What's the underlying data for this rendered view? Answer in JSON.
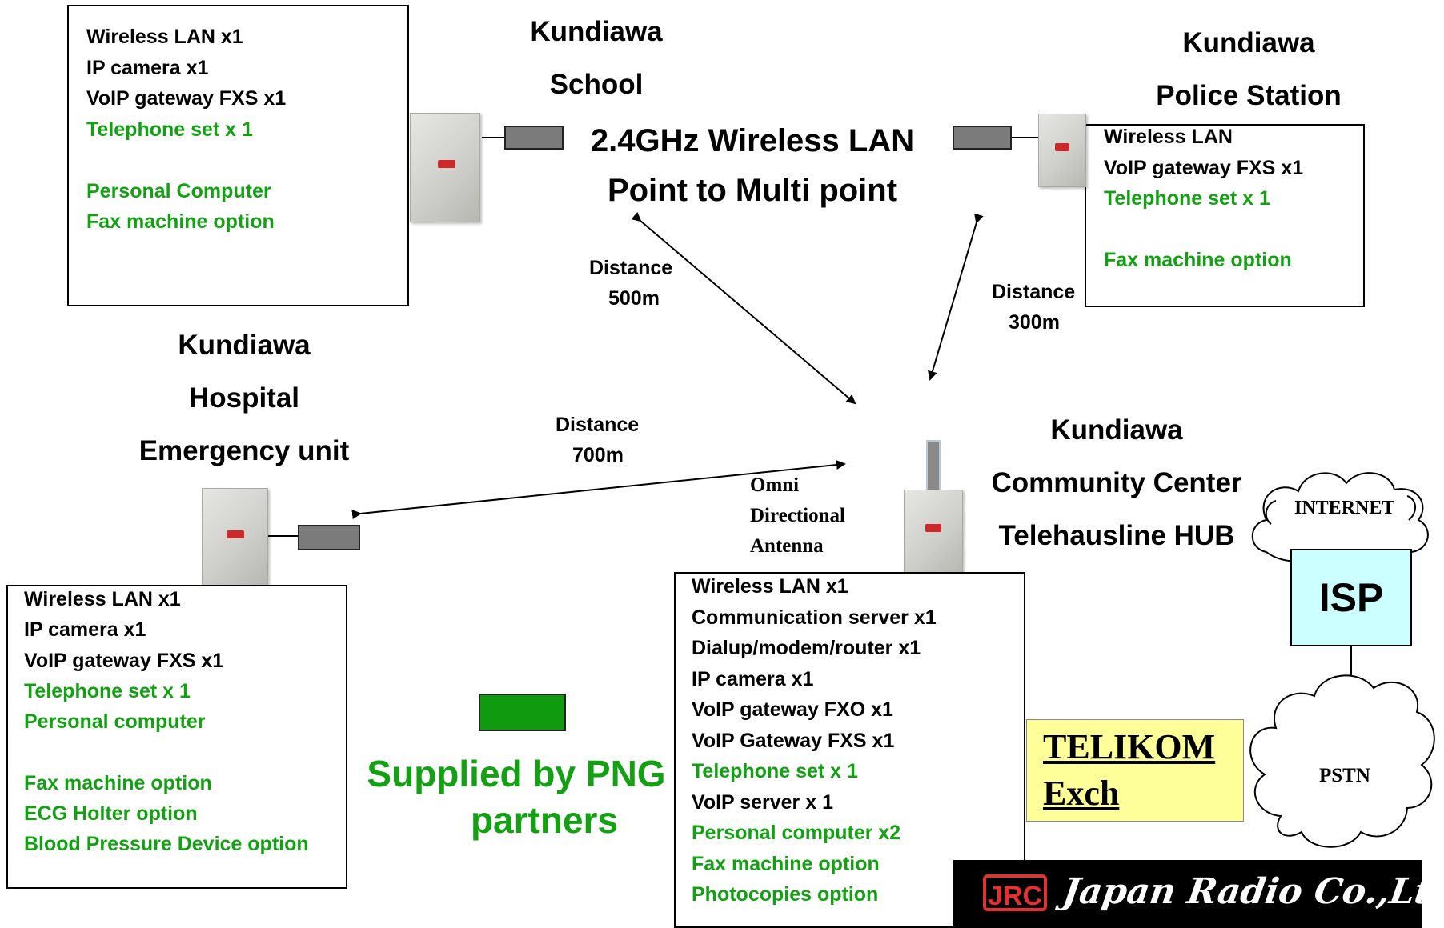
{
  "main_title": [
    "2.4GHz Wireless LAN",
    "Point to Multi point"
  ],
  "school": {
    "title": [
      "Kundiawa",
      "School"
    ],
    "items": [
      {
        "text": "Wireless LAN x1",
        "color": "black"
      },
      {
        "text": "IP camera x1",
        "color": "black"
      },
      {
        "text": "VoIP gateway FXS x1",
        "color": "black"
      },
      {
        "text": "Telephone set x 1",
        "color": "green"
      },
      {
        "text": "",
        "color": "black"
      },
      {
        "text": "Personal Computer",
        "color": "green"
      },
      {
        "text": "Fax machine  option",
        "color": "green"
      }
    ]
  },
  "police": {
    "title": [
      "Kundiawa",
      "Police Station"
    ],
    "items": [
      {
        "text": "Wireless LAN",
        "color": "black"
      },
      {
        "text": "VoIP gateway FXS x1",
        "color": "black"
      },
      {
        "text": " Telephone set x 1",
        "color": "green"
      },
      {
        "text": "",
        "color": "black"
      },
      {
        "text": "Fax machine option",
        "color": "green"
      }
    ]
  },
  "hospital": {
    "title": [
      "Kundiawa",
      "Hospital",
      "Emergency unit"
    ],
    "items": [
      {
        "text": "Wireless LAN x1",
        "color": "black"
      },
      {
        "text": "IP camera x1",
        "color": "black"
      },
      {
        "text": "VoIP gateway FXS x1",
        "color": "black"
      },
      {
        "text": "Telephone set x 1",
        "color": "green"
      },
      {
        "text": "Personal computer",
        "color": "green"
      },
      {
        "text": "",
        "color": "black"
      },
      {
        "text": "Fax machine  option",
        "color": "green"
      },
      {
        "text": "ECG Holter option",
        "color": "green"
      },
      {
        "text": "Blood Pressure Device option",
        "color": "green"
      }
    ]
  },
  "community": {
    "title": [
      "Kundiawa",
      "Community Center",
      "Telehausline HUB"
    ],
    "items": [
      {
        "text": " Wireless LAN  x1",
        "color": "black"
      },
      {
        "text": "Communication server x1",
        "color": "black"
      },
      {
        "text": "Dialup/modem/router x1",
        "color": "black"
      },
      {
        "text": "IP camera x1",
        "color": "black"
      },
      {
        "text": "VoIP gateway FXO x1",
        "color": "black"
      },
      {
        "text": "VoIP Gateway FXS x1",
        "color": "black"
      },
      {
        "text": "Telephone set x 1",
        "color": "green"
      },
      {
        "text": "VoIP  server x 1",
        "color": "black"
      },
      {
        "text": "Personal computer x2",
        "color": "green"
      },
      {
        "text": "Fax machine  option",
        "color": "green"
      },
      {
        "text": "Photocopies option",
        "color": "green"
      }
    ]
  },
  "distances": {
    "school": [
      "Distance",
      "500m"
    ],
    "police": [
      "Distance",
      "300m"
    ],
    "hospital": [
      "Distance",
      "700m"
    ]
  },
  "antenna_label": [
    "Omni",
    "Directional",
    "Antenna"
  ],
  "internet_label": "INTERNET",
  "isp_label": "ISP",
  "pstn_label": "PSTN",
  "telikom": [
    "TELIKOM",
    "Exch"
  ],
  "legend_text": [
    "Supplied by PNG",
    "partners"
  ],
  "logo": {
    "mark": "JRC",
    "name": "Japan Radio Co.,Ltd."
  },
  "colors": {
    "green": "#13a113",
    "isp_fill": "#ccffff",
    "telikom_fill": "#ffff99",
    "legend_fill": "#0f9a0f"
  }
}
